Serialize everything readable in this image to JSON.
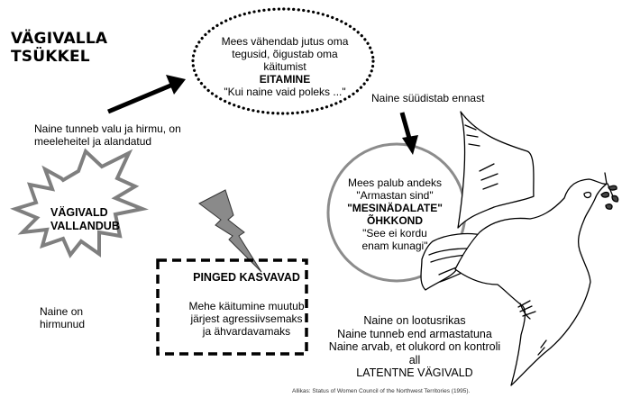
{
  "title": {
    "line1": "VÄGIVALLA",
    "line2": "TSÜKKEL"
  },
  "denial_bubble": {
    "line1": "Mees vähendab jutus oma",
    "line2": "tegusid, õigustab oma",
    "line3": "käitumist",
    "heading": "EITAMINE",
    "quote": "\"Kui naine vaid poleks ...\""
  },
  "pain_text": {
    "line1": "Naine tunneb valu ja hirmu, on",
    "line2": "meeleheitel ja alandatud"
  },
  "violence_burst": {
    "line1": "VÄGIVALD",
    "line2": "VALLANDUB"
  },
  "scared_text": {
    "line1": "Naine on",
    "line2": "hirmunud"
  },
  "tension_box": {
    "heading": "PINGED KASVAVAD",
    "line1": "Mehe käitumine muutub",
    "line2": "järjest agressiivsemaks",
    "line3": "ja ähvardavamaks"
  },
  "blames_text": "Naine süüdistab ennast",
  "honeymoon_circle": {
    "line1": "Mees palub andeks",
    "line2": "\"Armastan sind\"",
    "heading1": "\"MESINÄDALATE\"",
    "heading2": "ÕHKKOND",
    "line3": "\"See ei kordu",
    "line4": "enam kunagi\""
  },
  "latent_text": {
    "line1": "Naine on lootusrikas",
    "line2": "Naine tunneb end armastatuna",
    "line3": "Naine arvab, et olukord on kontroli all",
    "line4": "LATENTNE VÄGIVALD"
  },
  "source": "Allikas: Status of Women Council of the Northwest Territories (1995).",
  "icons": {
    "arrow_up_right": "arrow-icon",
    "arrow_down": "arrow-icon",
    "lightning": "lightning-bolt-icon",
    "starburst": "explosion-icon",
    "dove": "dove-with-olive-branch-icon"
  },
  "colors": {
    "gray_fill": "#8a8a8a",
    "gray_stroke": "#7f7f7f",
    "circle_stroke": "#8c8c8c",
    "ink": "#000000"
  }
}
